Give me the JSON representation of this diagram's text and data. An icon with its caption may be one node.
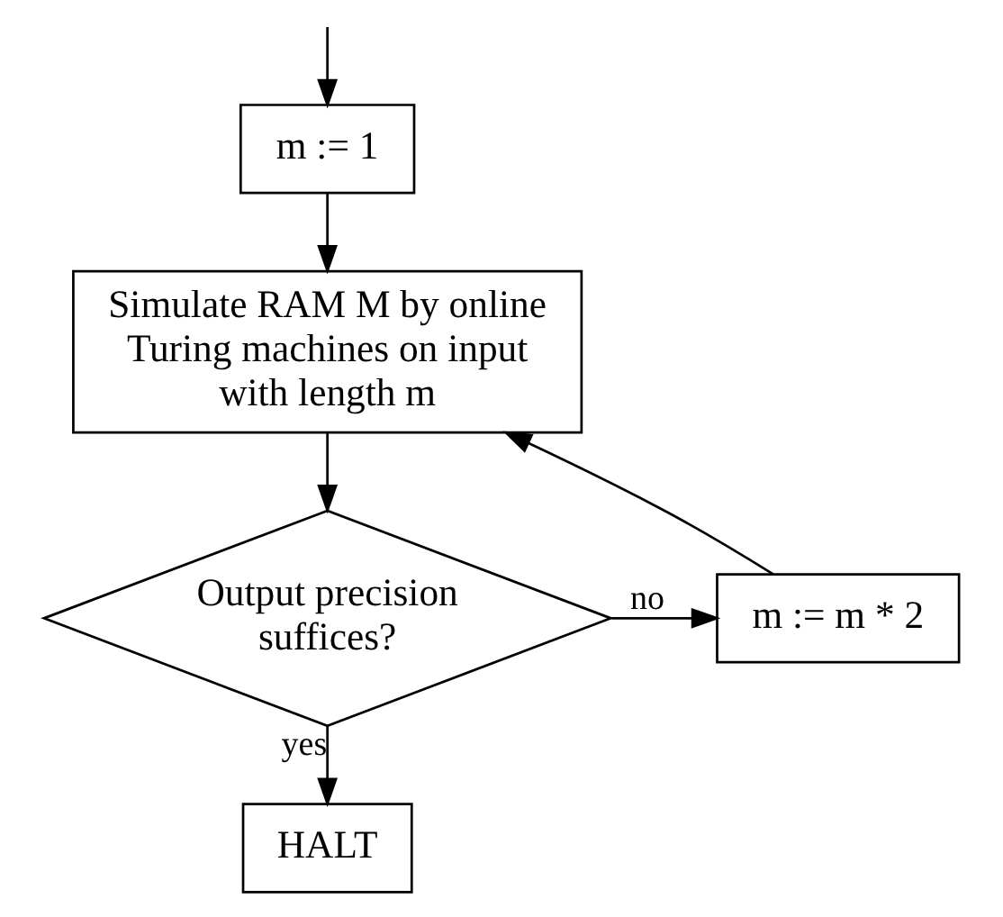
{
  "diagram": {
    "nodes": [
      {
        "text": [
          "m := 1"
        ]
      },
      {
        "text": [
          "Simulate RAM M by online Turing machines on input with length m"
        ]
      },
      {
        "text": [
          "Output precision suffices?"
        ]
      },
      {
        "text": [
          "m := m * 2"
        ]
      },
      {
        "text": [
          "HALT"
        ]
      }
    ],
    "edges": [
      {
        "from": null,
        "to": 0,
        "arrow": "to"
      },
      {
        "from": 0,
        "to": 1,
        "arrow": "to"
      },
      {
        "from": 1,
        "to": 2,
        "arrow": "to"
      },
      {
        "from": 2,
        "to": 3,
        "arrow": "to",
        "label": "no"
      },
      {
        "from": 3,
        "to": 1,
        "arrow": "to"
      },
      {
        "from": 2,
        "to": 4,
        "arrow": "to",
        "label": "yes"
      }
    ]
  }
}
